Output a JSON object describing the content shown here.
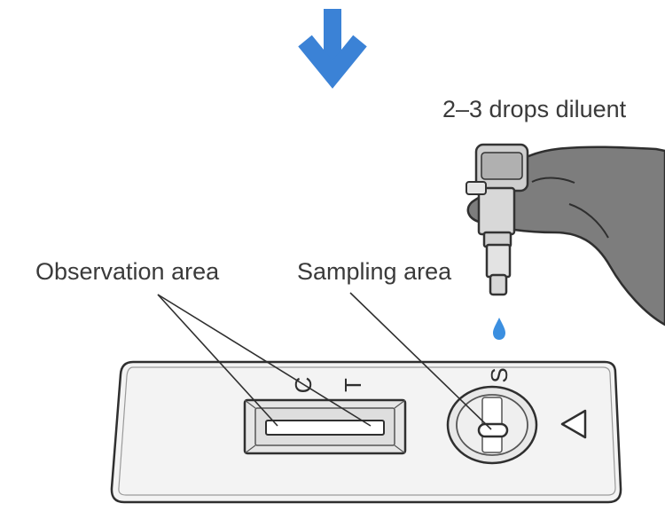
{
  "labels": {
    "diluent": "2–3 drops diluent",
    "observation": "Observation area",
    "sampling": "Sampling area"
  },
  "cassette_marks": {
    "control": "C",
    "test": "T",
    "sample": "S"
  },
  "icons": {
    "step_arrow": "arrow-down-icon",
    "insert_direction": "triangle-left-icon",
    "droplet": "droplet-icon"
  },
  "colors": {
    "arrow": "#3b82d6",
    "droplet": "#3b8fe0",
    "hand": "#7d7d7d",
    "outline": "#333333"
  }
}
